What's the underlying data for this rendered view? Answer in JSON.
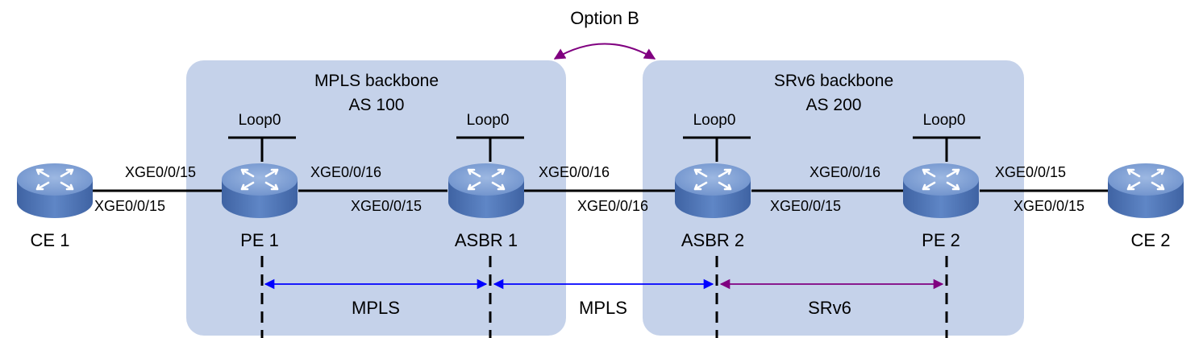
{
  "title": "Option B",
  "domains": [
    {
      "id": "mpls",
      "name": "MPLS backbone",
      "as": "AS 100"
    },
    {
      "id": "srv6",
      "name": "SRv6 backbone",
      "as": "AS 200"
    }
  ],
  "devices": [
    {
      "id": "ce1",
      "label": "CE 1"
    },
    {
      "id": "pe1",
      "label": "PE 1",
      "loopback": "Loop0"
    },
    {
      "id": "asbr1",
      "label": "ASBR 1",
      "loopback": "Loop0"
    },
    {
      "id": "asbr2",
      "label": "ASBR 2",
      "loopback": "Loop0"
    },
    {
      "id": "pe2",
      "label": "PE 2",
      "loopback": "Loop0"
    },
    {
      "id": "ce2",
      "label": "CE 2"
    }
  ],
  "links": [
    {
      "id": "ce1-pe1",
      "a_if": "XGE0/0/15",
      "b_if": "XGE0/0/15"
    },
    {
      "id": "pe1-asbr1",
      "a_if": "XGE0/0/16",
      "b_if": "XGE0/0/15"
    },
    {
      "id": "asbr1-asbr2",
      "a_if": "XGE0/0/16",
      "b_if": "XGE0/0/16"
    },
    {
      "id": "asbr2-pe2",
      "a_if": "XGE0/0/15",
      "b_if": "XGE0/0/16"
    },
    {
      "id": "pe2-ce2",
      "a_if": "XGE0/0/15",
      "b_if": "XGE0/0/15"
    }
  ],
  "segments": [
    {
      "id": "seg1",
      "label": "MPLS",
      "color": "#0000ff"
    },
    {
      "id": "seg2",
      "label": "MPLS",
      "color": "#0000ff"
    },
    {
      "id": "seg3",
      "label": "SRv6",
      "color": "#800080"
    }
  ],
  "colors": {
    "domain_fill": "#c5d2ea",
    "router_body": "#5b7fbe",
    "router_top": "#7d9fd4",
    "mpls_arrow": "#0000ff",
    "srv6_arrow": "#800080",
    "option_arc": "#800080"
  }
}
